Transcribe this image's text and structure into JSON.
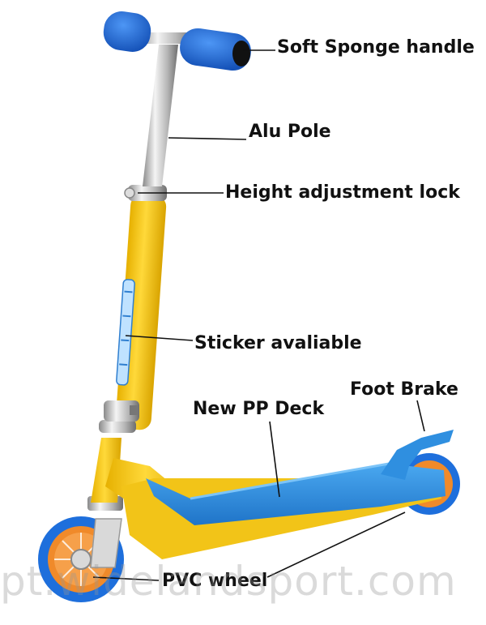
{
  "labels": {
    "handle": "Soft Sponge handle",
    "pole": "Alu Pole",
    "lock": "Height adjustment lock",
    "sticker": "Sticker avaliable",
    "brake": "Foot Brake",
    "deck": "New PP Deck",
    "wheel": "PVC wheel"
  },
  "watermark": "pt.widelandsport.com",
  "colors": {
    "frame": "#f2c418",
    "deck": "#2f8fe0",
    "grip": "#1e6fdc",
    "wheel_core": "#f08a2a",
    "chrome": "#c9c9c9"
  }
}
